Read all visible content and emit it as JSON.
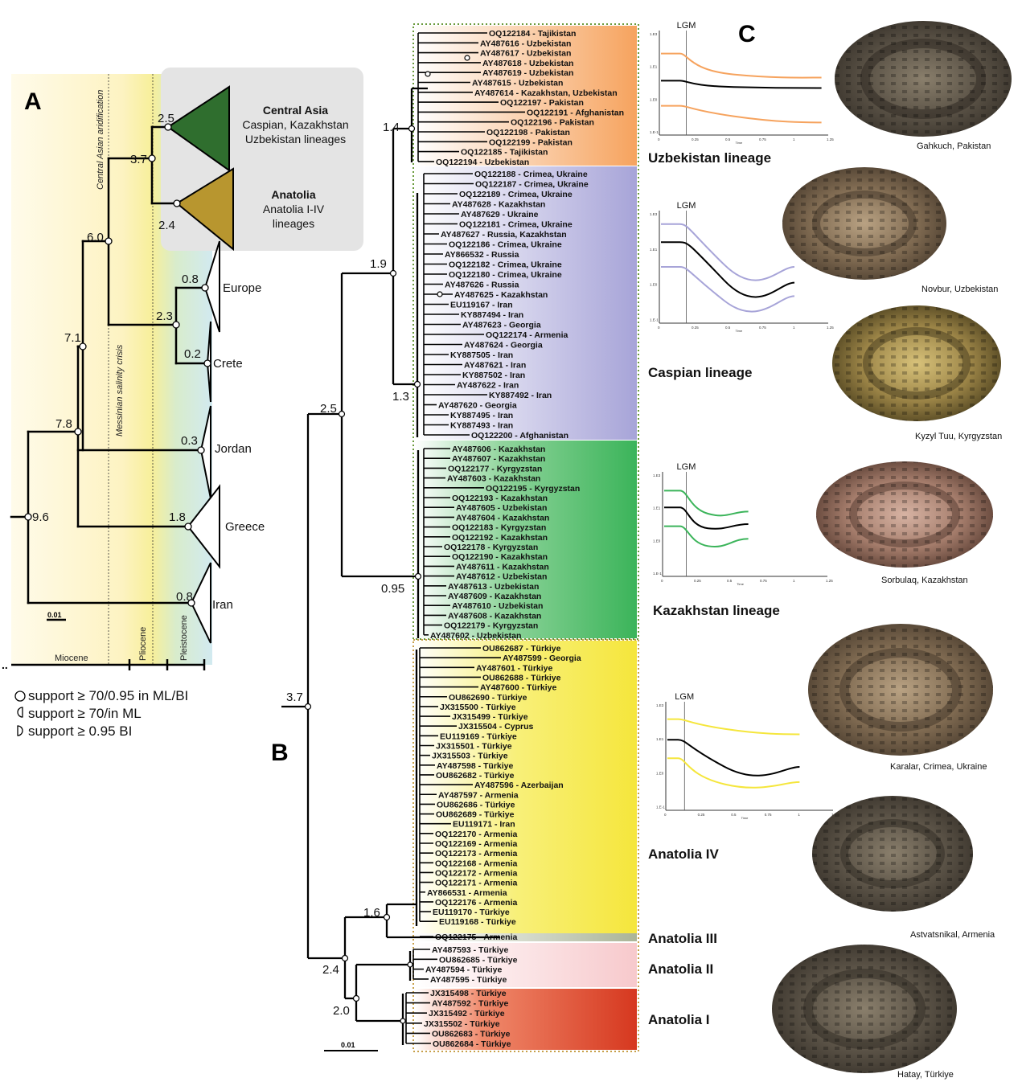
{
  "panels": {
    "a": "A",
    "b": "B",
    "c": "C"
  },
  "colors": {
    "uzbekistan": "#f6a35e",
    "caspian": "#a7a4d8",
    "kazakhstan": "#3bb45a",
    "anatolia4": "#f5e63c",
    "anatolia3": "#aab497",
    "anatolia2": "#f7c9cc",
    "anatolia1": "#d6381f",
    "central_asia_clade": "#2f6e2e",
    "anatolia_clade": "#b8962f",
    "guide_box": "#c8a04a",
    "guide_box_green": "#6a9a3c"
  },
  "panel_a": {
    "periods": [
      "Miocene",
      "Pliocene",
      "Pleistocene"
    ],
    "bands": [
      "Central Asian aridification",
      "Messinian salinity crisis"
    ],
    "node_ages": [
      "9.6",
      "7.8",
      "7.1",
      "6.0",
      "3.7",
      "2.5",
      "2.4",
      "2.3",
      "0.8",
      "0.2",
      "0.3",
      "1.8",
      "0.8"
    ],
    "tips": [
      "Europe",
      "Crete",
      "Jordan",
      "Greece",
      "Iran"
    ],
    "groups": [
      {
        "title": "Central Asia",
        "lines": [
          "Caspian, Kazakhstan",
          "Uzbekistan lineages"
        ]
      },
      {
        "title": "Anatolia",
        "lines": [
          "Anatolia I-IV",
          "lineages"
        ]
      }
    ],
    "scale": "0.01"
  },
  "legend": [
    {
      "symbol": "circle",
      "text": "support ≥ 70/0.95 in ML/BI"
    },
    {
      "symbol": "left-half",
      "text": "support ≥ 70/in ML"
    },
    {
      "symbol": "right-half",
      "text": "support ≥ 0.95 BI"
    }
  ],
  "panel_b": {
    "scale": "0.01",
    "node_ages": [
      "1.4",
      "1.9",
      "1.3",
      "2.5",
      "0.95",
      "3.7",
      "1.6",
      "2.4",
      "2.0"
    ],
    "uzbekistan": [
      "OQ122184 - Tajikistan",
      "AY487616 - Uzbekistan",
      "AY487617 - Uzbekistan",
      "AY487618 - Uzbekistan",
      "AY487619 - Uzbekistan",
      "AY487615 - Uzbekistan",
      "AY487614 - Kazakhstan, Uzbekistan",
      "OQ122197 - Pakistan",
      "OQ122191 - Afghanistan",
      "OQ122196 - Pakistan",
      "OQ122198 - Pakistan",
      "OQ122199 - Pakistan",
      "OQ122185 - Tajikistan",
      "OQ122194 - Uzbekistan"
    ],
    "caspian": [
      "OQ122188 - Crimea, Ukraine",
      "OQ122187 - Crimea, Ukraine",
      "OQ122189 - Crimea, Ukraine",
      "AY487628 - Kazakhstan",
      "AY487629 - Ukraine",
      "OQ122181 - Crimea, Ukraine",
      "AY487627 - Russia, Kazakhstan",
      "OQ122186 - Crimea, Ukraine",
      "AY866532 - Russia",
      "OQ122182 - Crimea, Ukraine",
      "OQ122180 - Crimea, Ukraine",
      "AY487626 - Russia",
      "AY487625 - Kazakhstan",
      "EU119167 - Iran",
      "KY887494 - Iran",
      "AY487623 - Georgia",
      "OQ122174 - Armenia",
      "AY487624 - Georgia",
      "KY887505 - Iran",
      "AY487621 - Iran",
      "KY887502 - Iran",
      "AY487622 - Iran",
      "KY887492 - Iran",
      "AY487620 - Georgia",
      "KY887495 - Iran",
      "KY887493 - Iran",
      "OQ122200 - Afghanistan"
    ],
    "kazakhstan": [
      "AY487606 - Kazakhstan",
      "AY487607 - Kazakhstan",
      "OQ122177 - Kyrgyzstan",
      "AY487603 - Kazakhstan",
      "OQ122195 - Kyrgyzstan",
      "OQ122193 - Kazakhstan",
      "AY487605 - Uzbekistan",
      "AY487604 - Kazakhstan",
      "OQ122183 - Kyrgyzstan",
      "OQ122192 - Kazakhstan",
      "OQ122178 - Kyrgyzstan",
      "OQ122190 - Kazakhstan",
      "AY487611 - Kazakhstan",
      "AY487612 - Uzbekistan",
      "AY487613 - Uzbekistan",
      "AY487609 - Kazakhstan",
      "AY487610 - Uzbekistan",
      "AY487608 - Kazakhstan",
      "OQ122179 - Kyrgyzstan",
      "AY487602 - Uzbekistan"
    ],
    "anatolia4": [
      "OU862687 - Türkiye",
      "AY487599 - Georgia",
      "AY487601 - Türkiye",
      "OU862688 - Türkiye",
      "AY487600 - Türkiye",
      "OU862690 - Türkiye",
      "JX315500 - Türkiye",
      "JX315499 - Türkiye",
      "JX315504 - Cyprus",
      "EU119169 - Türkiye",
      "JX315501 - Türkiye",
      "JX315503 - Türkiye",
      "AY487598 - Türkiye",
      "OU862682 - Türkiye",
      "AY487596 - Azerbaijan",
      "AY487597 - Armenia",
      "OU862686 - Türkiye",
      "OU862689 - Türkiye",
      "EU119171 - Iran",
      "OQ122170 - Armenia",
      "OQ122169 - Armenia",
      "OQ122173 - Armenia",
      "OQ122168 - Armenia",
      "OQ122172 - Armenia",
      "OQ122171 - Armenia",
      "AY866531 - Armenia",
      "OQ122176 - Armenia",
      "EU119170 - Türkiye",
      "EU119168 - Türkiye"
    ],
    "anatolia3": [
      "OQ122175 - Armenia"
    ],
    "anatolia2": [
      "AY487593 - Türkiye",
      "OU862685 - Türkiye",
      "AY487594 - Türkiye",
      "AY487595 - Türkiye"
    ],
    "anatolia1": [
      "JX315498 - Türkiye",
      "AY487592 - Türkiye",
      "JX315492 - Türkiye",
      "JX315502 - Türkiye",
      "OU862683 - Türkiye",
      "OU862684 - Türkiye"
    ]
  },
  "panel_c": {
    "lineage_labels": [
      "Uzbekistan lineage",
      "Caspian lineage",
      "Kazakhstan lineage",
      "Anatolia IV",
      "Anatolia III",
      "Anatolia II",
      "Anatolia I"
    ],
    "lgm": "LGM",
    "bsp_ylabels": [
      "1.E3",
      "1.E1",
      "1.E0",
      "1.E-1"
    ],
    "bsp_xlabels": [
      "0",
      "0.25",
      "0.5",
      "0.75",
      "1",
      "1.25"
    ],
    "bsp_xtitle": "Time",
    "photo_captions": [
      "Gahkuch, Pakistan",
      "Novbur, Uzbekistan",
      "Kyzyl Tuu, Kyrgyzstan",
      "Sorbulaq, Kazakhstan",
      "Karalar, Crimea, Ukraine",
      "Astvatsnikal, Armenia",
      "Hatay, Türkiye"
    ]
  }
}
